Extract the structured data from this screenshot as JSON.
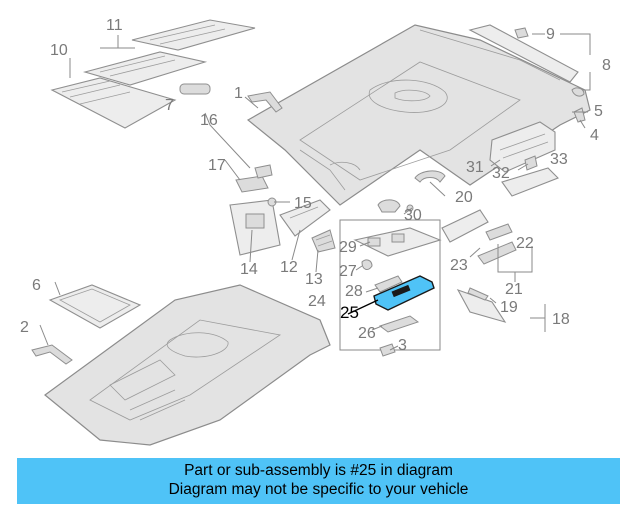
{
  "callouts": {
    "n1": "1",
    "n2": "2",
    "n3": "3",
    "n4": "4",
    "n5": "5",
    "n6": "6",
    "n7": "7",
    "n8": "8",
    "n9": "9",
    "n10": "10",
    "n11": "11",
    "n12": "12",
    "n13": "13",
    "n14": "14",
    "n15": "15",
    "n16": "16",
    "n17": "17",
    "n18": "18",
    "n19": "19",
    "n20": "20",
    "n21": "21",
    "n22": "22",
    "n23": "23",
    "n24": "24",
    "n25": "25",
    "n26": "26",
    "n27": "27",
    "n28": "28",
    "n29": "29",
    "n30": "30",
    "n31": "31",
    "n32": "32",
    "n33": "33"
  },
  "highlighted_part": "25",
  "colors": {
    "highlight": "#4fc3f7",
    "banner": "#4fc3f7",
    "outline": "#8f8f8f"
  },
  "banner": {
    "line1": "Part or sub-assembly is #25 in diagram",
    "line2": "Diagram may not be specific to your vehicle"
  }
}
